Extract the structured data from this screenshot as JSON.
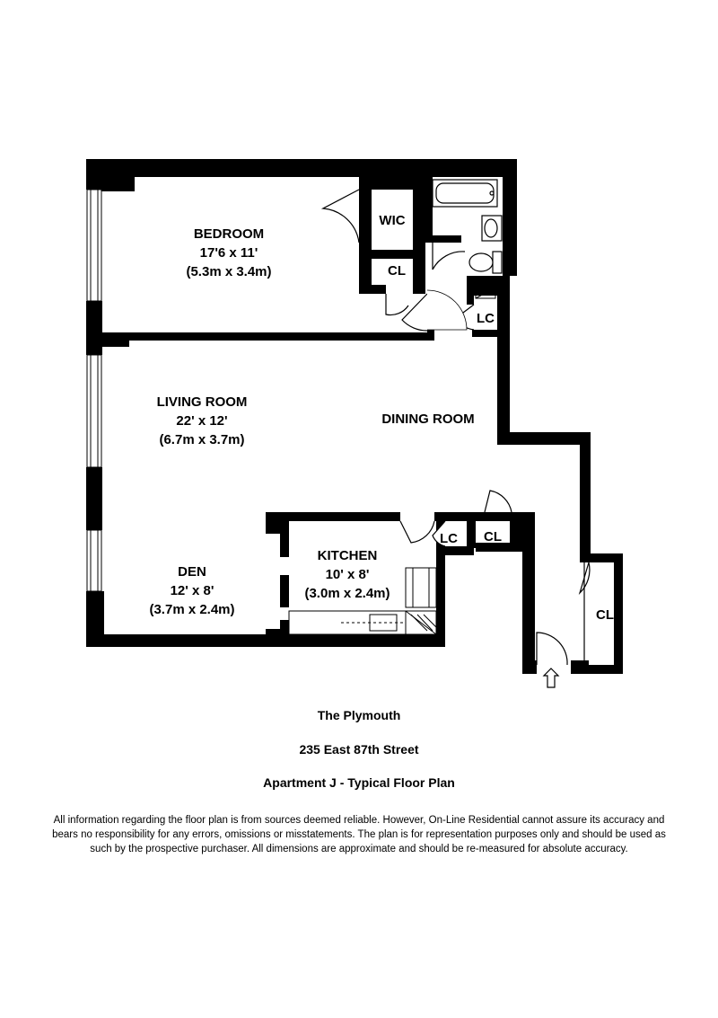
{
  "rooms": {
    "bedroom": {
      "name": "BEDROOM",
      "size_ft": "17'6 x 11'",
      "size_m": "(5.3m x 3.4m)"
    },
    "living_room": {
      "name": "LIVING ROOM",
      "size_ft": "22' x 12'",
      "size_m": "(6.7m x 3.7m)"
    },
    "dining_room": {
      "name": "DINING ROOM"
    },
    "den": {
      "name": "DEN",
      "size_ft": "12' x 8'",
      "size_m": "(3.7m x 2.4m)"
    },
    "kitchen": {
      "name": "KITCHEN",
      "size_ft": "10' x 8'",
      "size_m": "(3.0m x 2.4m)"
    }
  },
  "closets": {
    "wic": "WIC",
    "cl_bedroom": "CL",
    "lc_hall": "LC",
    "lc_kitchen": "LC",
    "cl_kitchen": "CL",
    "cl_entry": "CL"
  },
  "caption": {
    "building": "The Plymouth",
    "address": "235 East 87th Street",
    "plan_title": "Apartment J - Typical Floor Plan"
  },
  "disclaimer": "All information regarding the floor plan is from sources deemed reliable.  However, On-Line Residential cannot assure its accuracy and bears no responsibility for any errors, omissions or misstatements.  The plan is for representation purposes only and should be used as such by the prospective purchaser.  All dimensions are approximate and should be re-measured for absolute accuracy.",
  "icons": {
    "entry": "entry-arrow-icon"
  }
}
